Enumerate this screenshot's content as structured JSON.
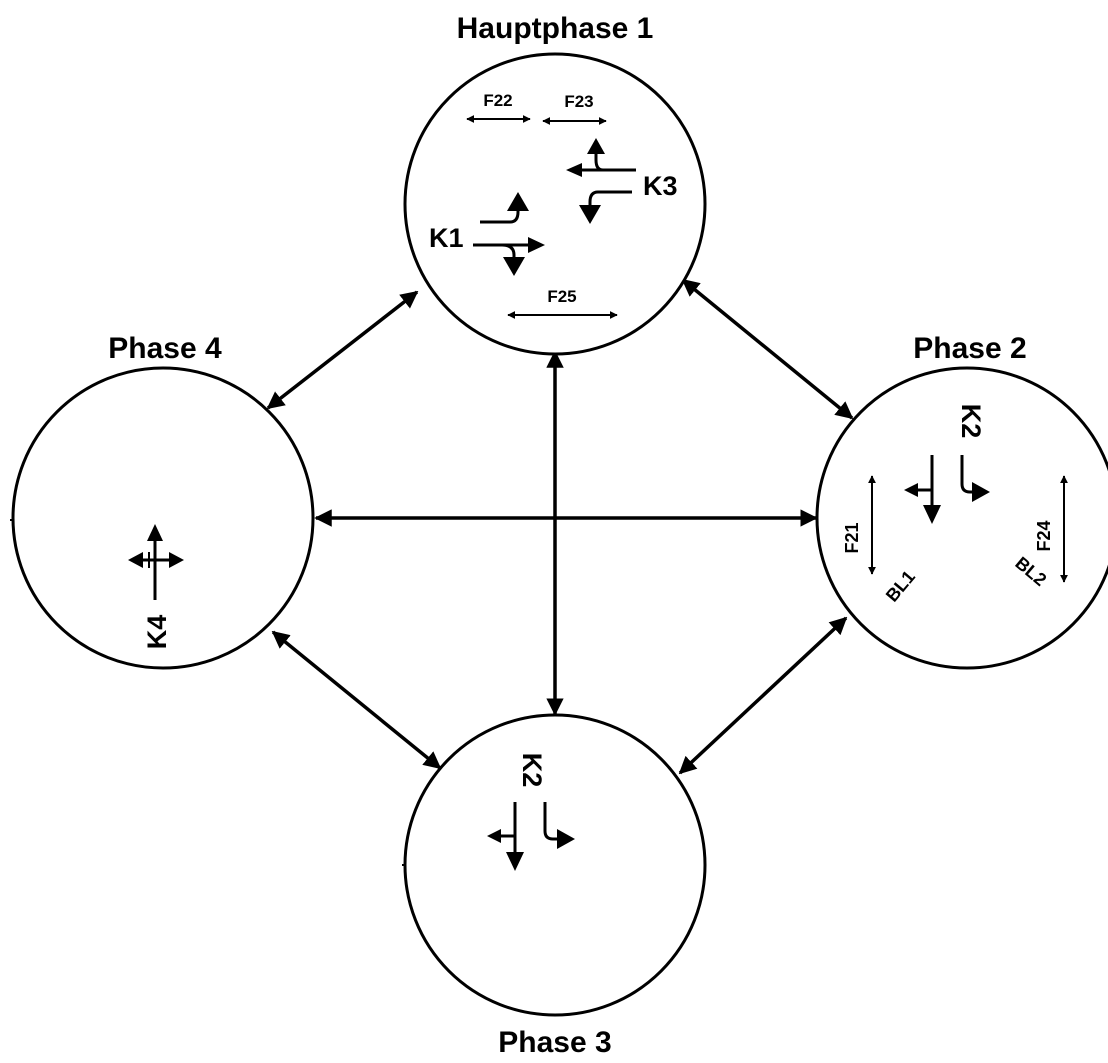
{
  "phases": {
    "hauptphase_1": {
      "title": "Hauptphase 1",
      "labels": {
        "k1": "K1",
        "k3": "K3",
        "f22": "F22",
        "f23": "F23",
        "f25": "F25"
      }
    },
    "phase_2": {
      "title": "Phase 2",
      "labels": {
        "k2": "K2",
        "f21": "F21",
        "f24": "F24",
        "bl1": "BL1",
        "bl2": "BL2"
      }
    },
    "phase_3": {
      "title": "Phase 3",
      "labels": {
        "k2": "K2"
      }
    },
    "phase_4": {
      "title": "Phase 4",
      "labels": {
        "k4": "K4"
      }
    }
  },
  "colors": {
    "line": "#000000",
    "background": "#ffffff"
  }
}
